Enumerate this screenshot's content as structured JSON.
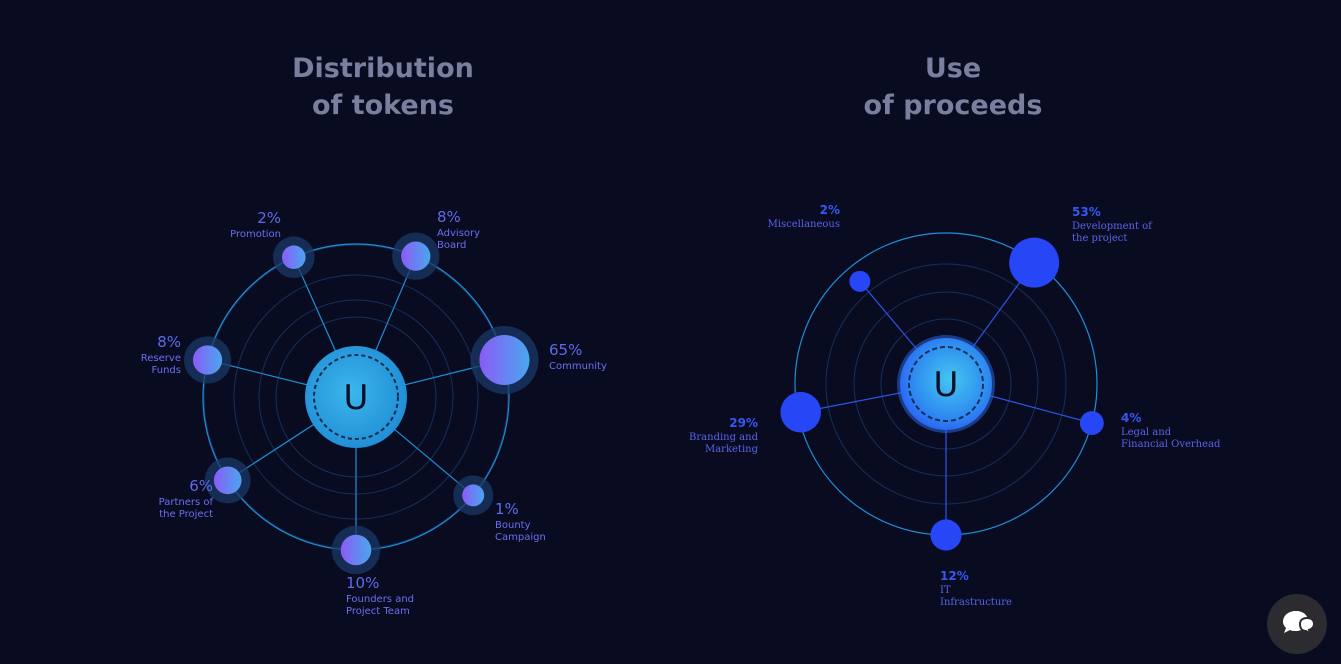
{
  "titles": {
    "left": {
      "line1": "Distribution",
      "line2": "of tokens"
    },
    "right": {
      "line1": "Use",
      "line2": "of proceeds"
    }
  },
  "hub_letter": "U",
  "chat_widget": {
    "icon": "chat-bubbles-icon"
  },
  "colors": {
    "background": "#090b21",
    "title": "#7b7f9e",
    "ring": "#1f8fd6",
    "hub": "#2aa4e0",
    "right_node": "#2746f5",
    "label_left": "#6b6ff0",
    "label_right": "#3558f5"
  },
  "chart_data": [
    {
      "type": "pie",
      "title": "Distribution of tokens",
      "slices": [
        {
          "label": "Community",
          "percent_text": "65%",
          "value": 65
        },
        {
          "label": "Advisory Board",
          "percent_text": "8%",
          "value": 8
        },
        {
          "label": "Promotion",
          "percent_text": "2%",
          "value": 2
        },
        {
          "label": "Reserve Funds",
          "percent_text": "8%",
          "value": 8
        },
        {
          "label": "Partners of the Project",
          "percent_text": "6%",
          "value": 6
        },
        {
          "label": "Founders and Project Team",
          "percent_text": "10%",
          "value": 10
        },
        {
          "label": "Bounty Campaign",
          "percent_text": "1%",
          "value": 1
        }
      ]
    },
    {
      "type": "pie",
      "title": "Use of proceeds",
      "slices": [
        {
          "label": "Development of the project",
          "percent_text": "53%",
          "value": 53
        },
        {
          "label": "Miscellaneous",
          "percent_text": "2%",
          "value": 2
        },
        {
          "label": "Branding and Marketing",
          "percent_text": "29%",
          "value": 29
        },
        {
          "label": "IT Infrastructure",
          "percent_text": "12%",
          "value": 12
        },
        {
          "label": "Legal and Financial Overhead",
          "percent_text": "4%",
          "value": 4
        }
      ]
    }
  ]
}
